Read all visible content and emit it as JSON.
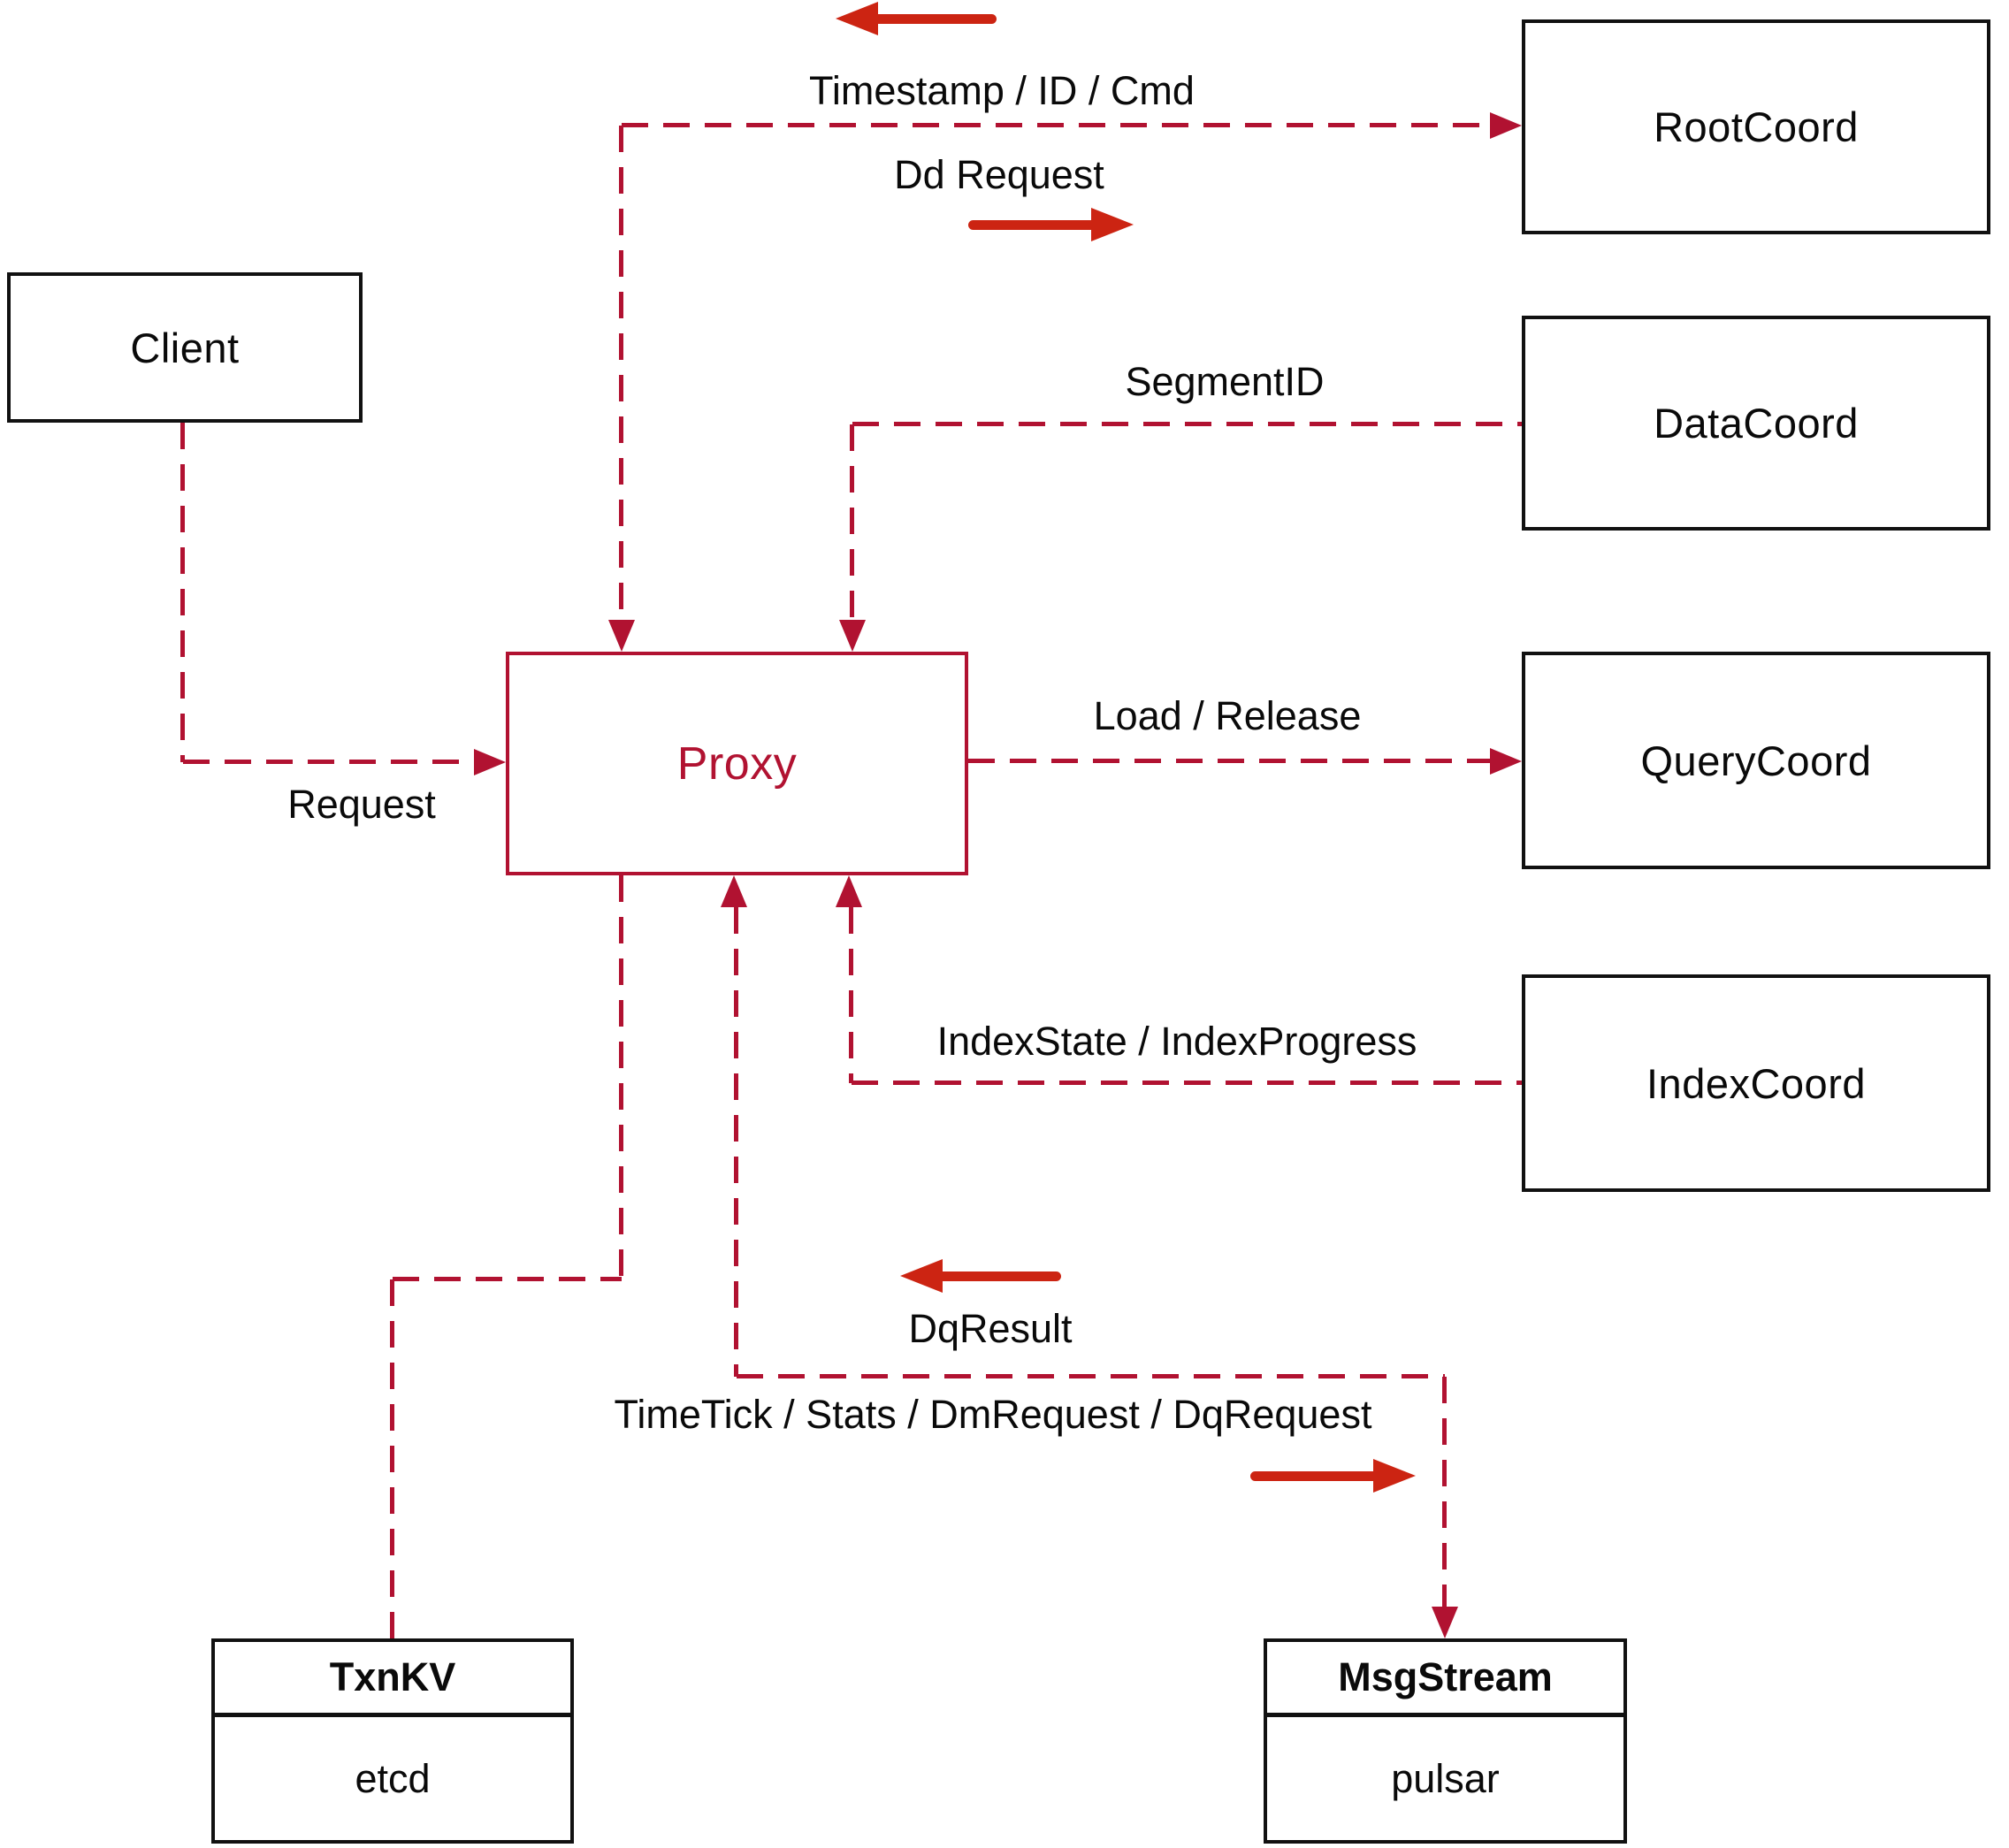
{
  "diagram": {
    "nodes": {
      "client": {
        "label": "Client"
      },
      "root_coord": {
        "label": "RootCoord"
      },
      "data_coord": {
        "label": "DataCoord"
      },
      "query_coord": {
        "label": "QueryCoord"
      },
      "index_coord": {
        "label": "IndexCoord"
      },
      "proxy": {
        "label": "Proxy"
      },
      "txn_kv": {
        "title": "TxnKV",
        "impl": "etcd"
      },
      "msg_stream": {
        "title": "MsgStream",
        "impl": "pulsar"
      }
    },
    "edge_labels": {
      "timestamp_id_cmd": "Timestamp / ID / Cmd",
      "dd_request": "Dd Request",
      "segment_id": "SegmentID",
      "load_release": "Load / Release",
      "index_state_progress": "IndexState / IndexProgress",
      "request": "Request",
      "dq_result": "DqResult",
      "timetick_stats": "TimeTick / Stats / DmRequest / DqRequest"
    },
    "colors": {
      "dashed_line": "#b11231",
      "solid_arrow": "#cc2412",
      "box_border": "#111111",
      "text": "#0a0a0a",
      "background": "#ffffff"
    }
  }
}
